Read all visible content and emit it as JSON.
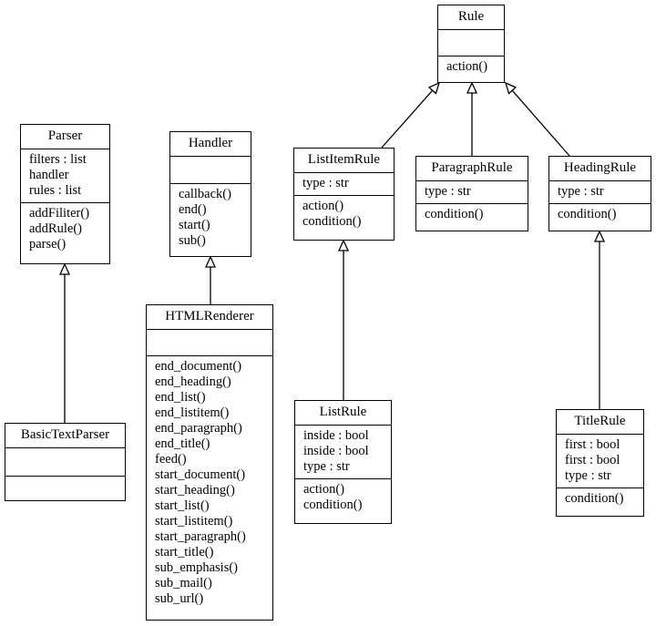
{
  "classes": {
    "rule": {
      "name": "Rule",
      "attributes": [],
      "methods": [
        "action()"
      ]
    },
    "parser": {
      "name": "Parser",
      "attributes": [
        "filters : list",
        "handler",
        "rules : list"
      ],
      "methods": [
        "addFiliter()",
        "addRule()",
        "parse()"
      ]
    },
    "handler": {
      "name": "Handler",
      "attributes": [],
      "methods": [
        "callback()",
        "end()",
        "start()",
        "sub()"
      ]
    },
    "list_item_rule": {
      "name": "ListItemRule",
      "attributes": [
        "type : str"
      ],
      "methods": [
        "action()",
        "condition()"
      ]
    },
    "paragraph_rule": {
      "name": "ParagraphRule",
      "attributes": [
        "type : str"
      ],
      "methods": [
        "condition()"
      ]
    },
    "heading_rule": {
      "name": "HeadingRule",
      "attributes": [
        "type : str"
      ],
      "methods": [
        "condition()"
      ]
    },
    "html_renderer": {
      "name": "HTMLRenderer",
      "attributes": [],
      "methods": [
        "end_document()",
        "end_heading()",
        "end_list()",
        "end_listitem()",
        "end_paragraph()",
        "end_title()",
        "feed()",
        "start_document()",
        "start_heading()",
        "start_list()",
        "start_listitem()",
        "start_paragraph()",
        "start_title()",
        "sub_emphasis()",
        "sub_mail()",
        "sub_url()"
      ]
    },
    "basic_text_parser": {
      "name": "BasicTextParser",
      "attributes": [],
      "methods": []
    },
    "list_rule": {
      "name": "ListRule",
      "attributes": [
        "inside : bool",
        "inside : bool",
        "type : str"
      ],
      "methods": [
        "action()",
        "condition()"
      ]
    },
    "title_rule": {
      "name": "TitleRule",
      "attributes": [
        "first : bool",
        "first : bool",
        "type : str"
      ],
      "methods": [
        "condition()"
      ]
    }
  },
  "inheritance": [
    {
      "child": "ListItemRule",
      "parent": "Rule"
    },
    {
      "child": "ParagraphRule",
      "parent": "Rule"
    },
    {
      "child": "HeadingRule",
      "parent": "Rule"
    },
    {
      "child": "BasicTextParser",
      "parent": "Parser"
    },
    {
      "child": "HTMLRenderer",
      "parent": "Handler"
    },
    {
      "child": "ListRule",
      "parent": "ListItemRule"
    },
    {
      "child": "TitleRule",
      "parent": "HeadingRule"
    }
  ]
}
